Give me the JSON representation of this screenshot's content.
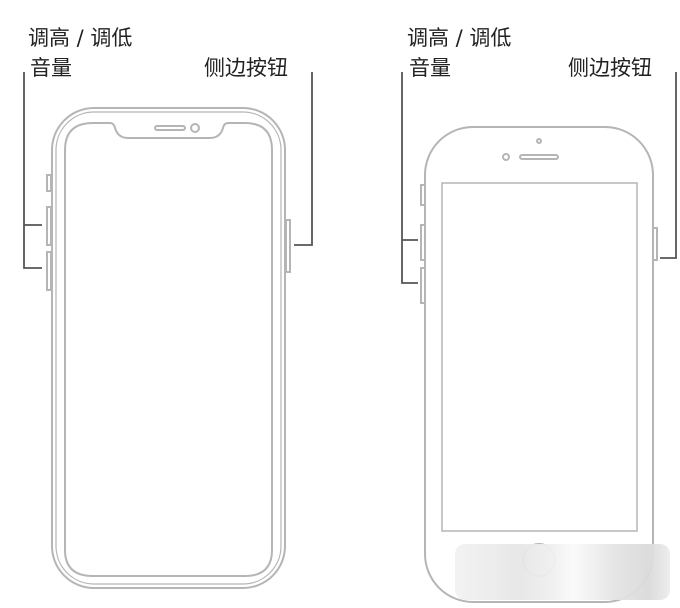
{
  "left_phone": {
    "volume_label_line1": "调高 / 调低",
    "volume_label_line2": "音量",
    "side_button_label": "侧边按钮"
  },
  "right_phone": {
    "volume_label_line1": "调高 / 调低",
    "volume_label_line2": "音量",
    "side_button_label": "侧边按钮"
  },
  "colors": {
    "outline": "#b5b5b5",
    "bracket": "#555555",
    "text": "#222222"
  }
}
